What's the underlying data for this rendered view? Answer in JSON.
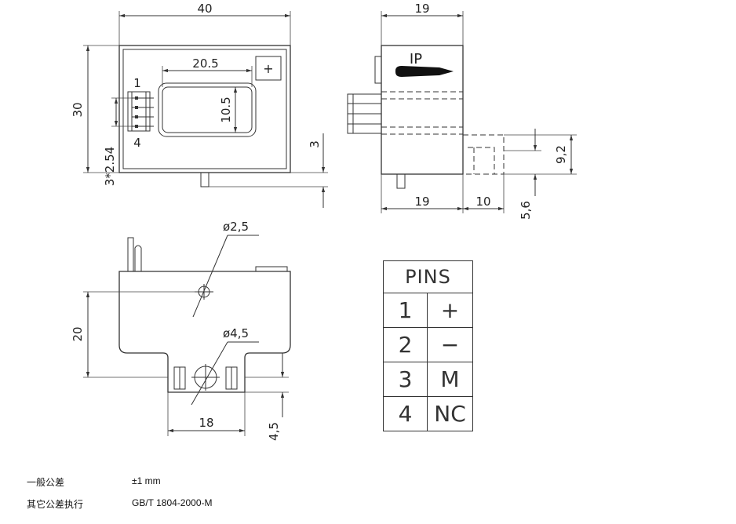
{
  "front_view": {
    "width_dim": "40",
    "height_dim": "30",
    "window_width_dim": "20.5",
    "window_height_dim": "10.5",
    "pin_pitch_dim": "3*2.54",
    "pin_offset_dim": "3",
    "pin_label_top": "1",
    "pin_label_bottom": "4",
    "polarity_mark": "+"
  },
  "side_view": {
    "top_width_dim": "19",
    "bottom_width_dim": "19",
    "foot_width_dim": "10",
    "foot_height_dim": "9,2",
    "pin_length_dim": "5,6",
    "current_label": "IP"
  },
  "bottom_view": {
    "hole_small_dim": "ø2,5",
    "hole_large_dim": "ø4,5",
    "height_dim": "20",
    "tab_width_dim": "18",
    "tab_height_dim": "4,5"
  },
  "pins_table": {
    "header": "PINS",
    "rows": [
      {
        "pin": "1",
        "function": "+"
      },
      {
        "pin": "2",
        "function": "−"
      },
      {
        "pin": "3",
        "function": "M"
      },
      {
        "pin": "4",
        "function": "NC"
      }
    ]
  },
  "notes": [
    {
      "label": "一般公差",
      "value": "±1 mm"
    },
    {
      "label": "其它公差执行",
      "value": "GB/T 1804-2000-M"
    }
  ]
}
